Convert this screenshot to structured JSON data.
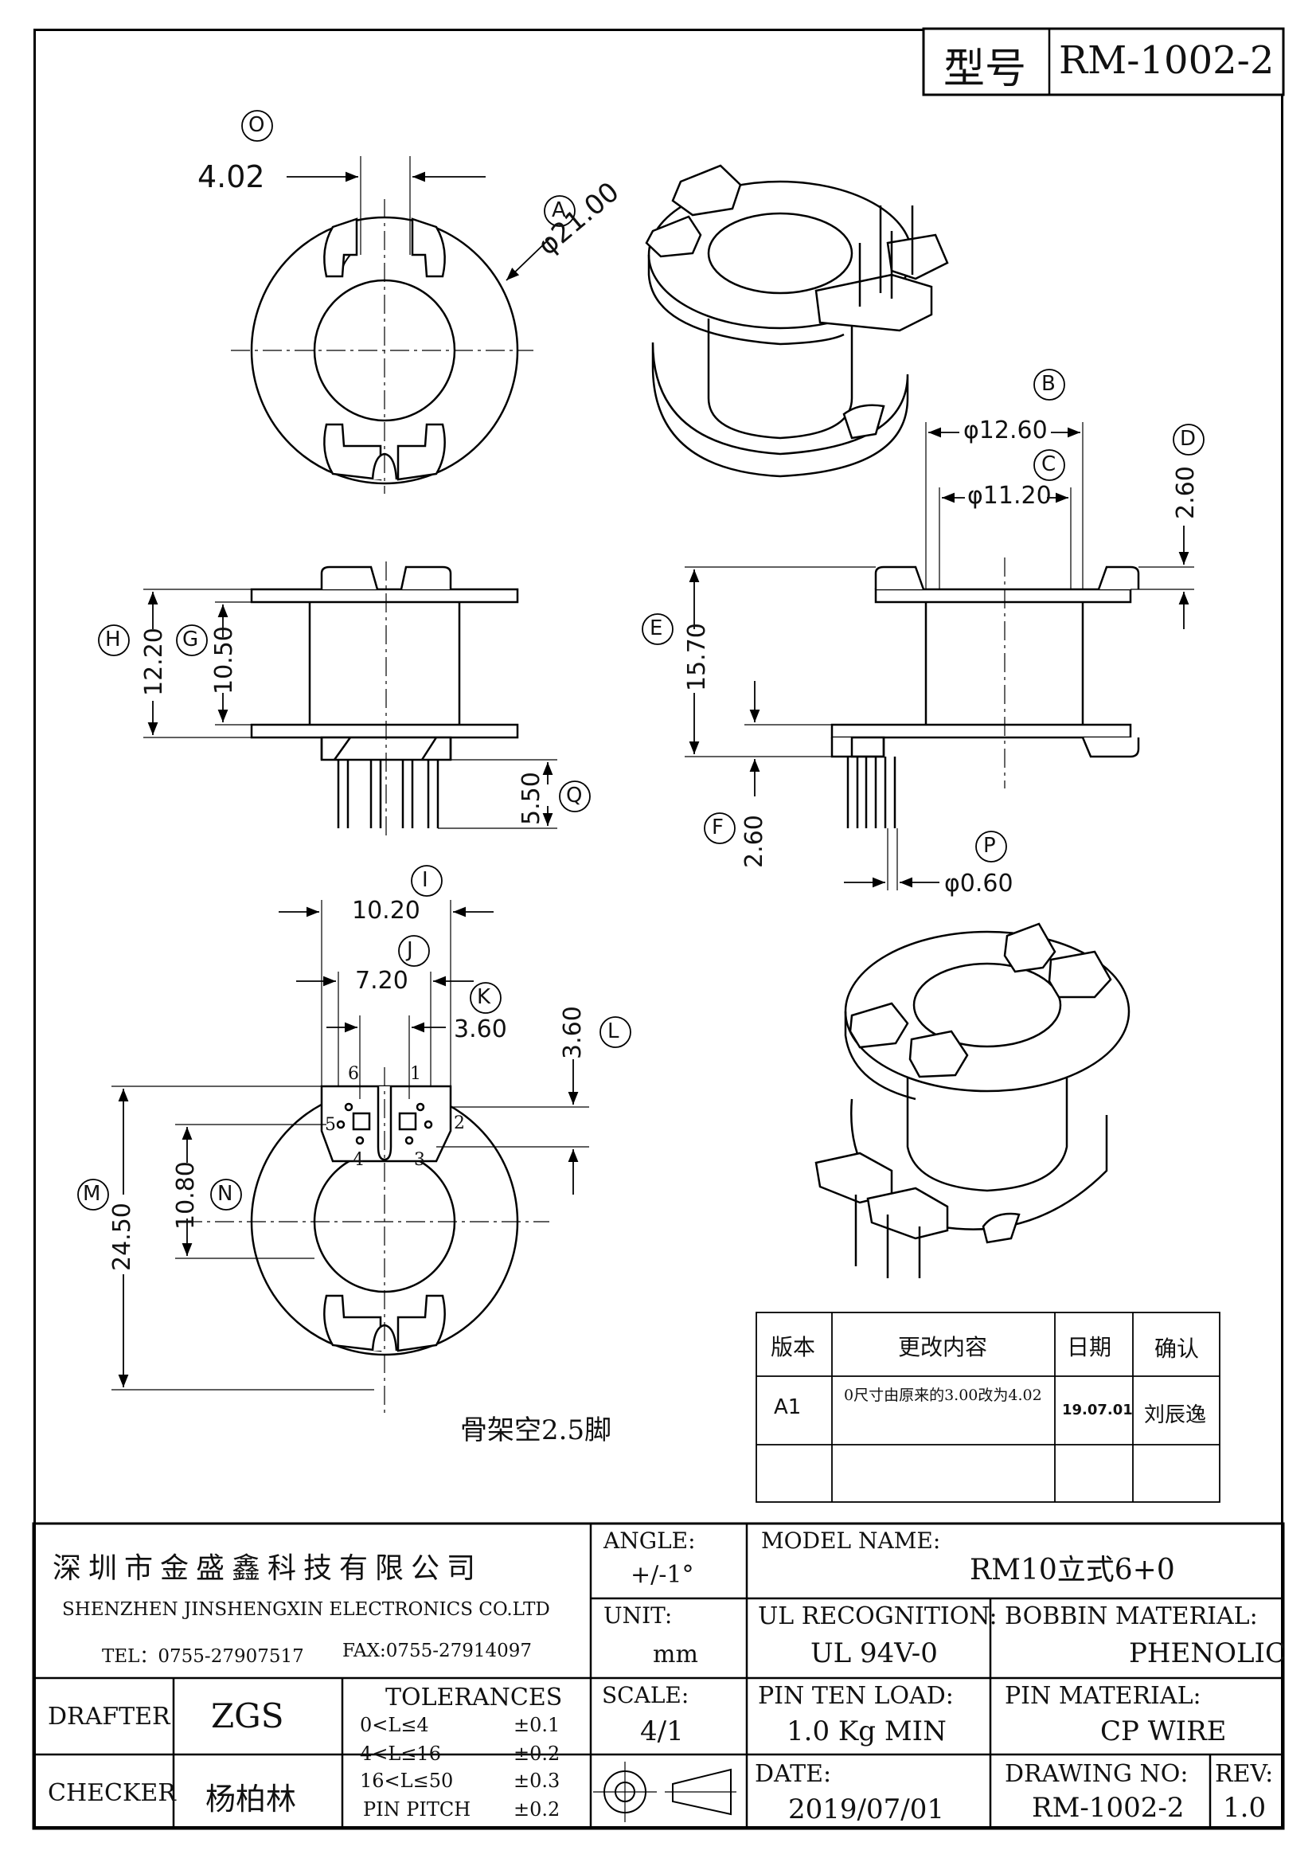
{
  "title_block_top": {
    "label": "型号",
    "value": "RM-1002-2"
  },
  "dimensions": {
    "O": {
      "tag": "O",
      "value": "4.02"
    },
    "A": {
      "tag": "A",
      "value": "φ21.00"
    },
    "B": {
      "tag": "B",
      "value": "φ12.60"
    },
    "C": {
      "tag": "C",
      "value": "φ11.20"
    },
    "D": {
      "tag": "D",
      "value": "2.60"
    },
    "E": {
      "tag": "E",
      "value": "15.70"
    },
    "F": {
      "tag": "F",
      "value": "2.60"
    },
    "G": {
      "tag": "G",
      "value": "10.50"
    },
    "H": {
      "tag": "H",
      "value": "12.20"
    },
    "P": {
      "tag": "P",
      "value": "φ0.60"
    },
    "Q": {
      "tag": "Q",
      "value": "5.50"
    },
    "I": {
      "tag": "I",
      "value": "10.20"
    },
    "J": {
      "tag": "J",
      "value": "7.20"
    },
    "K": {
      "tag": "K",
      "value": "3.60"
    },
    "L": {
      "tag": "L",
      "value": "3.60"
    },
    "M": {
      "tag": "M",
      "value": "24.50"
    },
    "N": {
      "tag": "N",
      "value": "10.80"
    }
  },
  "pin_numbers": [
    "1",
    "2",
    "3",
    "4",
    "5",
    "6"
  ],
  "note": "骨架空2.5脚",
  "revision_table": {
    "headers": [
      "版本",
      "更改内容",
      "日期",
      "确认"
    ],
    "rows": [
      {
        "version": "A1",
        "content": "0尺寸由原来的3.00改为4.02",
        "date": "19.07.01",
        "confirm": "刘辰逸"
      }
    ]
  },
  "company": {
    "name_cn": "深圳市金盛鑫科技有限公司",
    "name_en": "SHENZHEN JINSHENGXIN ELECTRONICS CO.LTD",
    "tel": "TEL：0755-27907517",
    "fax": "FAX:0755-27914097"
  },
  "title_block": {
    "angle_label": "ANGLE:",
    "angle_value": "+/-1°",
    "model_label": "MODEL NAME:",
    "model_value": "RM10立式6+0",
    "unit_label": "UNIT:",
    "unit_value": "mm",
    "ul_label": "UL RECOGNITION:",
    "ul_value": "UL 94V-0",
    "bobbin_label": "BOBBIN MATERIAL:",
    "bobbin_value": "PHENOLIC",
    "drafter_label": "DRAFTER",
    "drafter_value": "ZGS",
    "tolerances_label": "TOLERANCES",
    "tolerances": [
      {
        "range": "0<L≤4",
        "tol": "±0.1"
      },
      {
        "range": "4<L≤16",
        "tol": "±0.2"
      },
      {
        "range": "16<L≤50",
        "tol": "±0.3"
      },
      {
        "range": "PIN PITCH",
        "tol": "±0.2"
      }
    ],
    "scale_label": "SCALE:",
    "scale_value": "4/1",
    "pin_load_label": "PIN TEN LOAD:",
    "pin_load_value": "1.0 Kg MIN",
    "pin_material_label": "PIN MATERIAL:",
    "pin_material_value": "CP WIRE",
    "checker_label": "CHECKER",
    "checker_value": "杨柏林",
    "date_label": "DATE:",
    "date_value": "2019/07/01",
    "drawing_no_label": "DRAWING NO:",
    "drawing_no_value": "RM-1002-2",
    "rev_label": "REV:",
    "rev_value": "1.0"
  }
}
